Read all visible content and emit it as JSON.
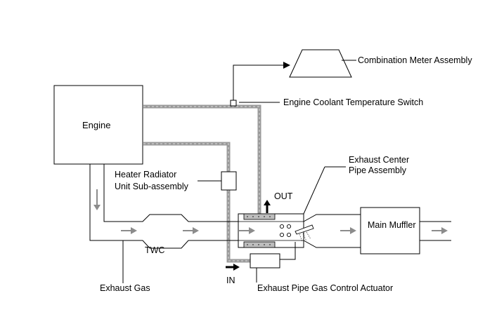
{
  "labels": {
    "engine": "Engine",
    "combination_meter": "Combination Meter Assembly",
    "coolant_switch": "Engine Coolant Temperature Switch",
    "exhaust_center_pipe_1": "Exhaust Center",
    "exhaust_center_pipe_2": "Pipe Assembly",
    "heater_radiator_1": "Heater Radiator",
    "heater_radiator_2": "Unit Sub-assembly",
    "out": "OUT",
    "in": "IN",
    "main_muffler": "Main Muffler",
    "twc": "TWC",
    "exhaust_gas": "Exhaust Gas",
    "actuator": "Exhaust Pipe Gas Control Actuator"
  },
  "colors": {
    "line": "#000000",
    "coolant_pipe": "#9a9a9a",
    "flow_arrow": "#8c8c8c",
    "background": "#ffffff"
  }
}
